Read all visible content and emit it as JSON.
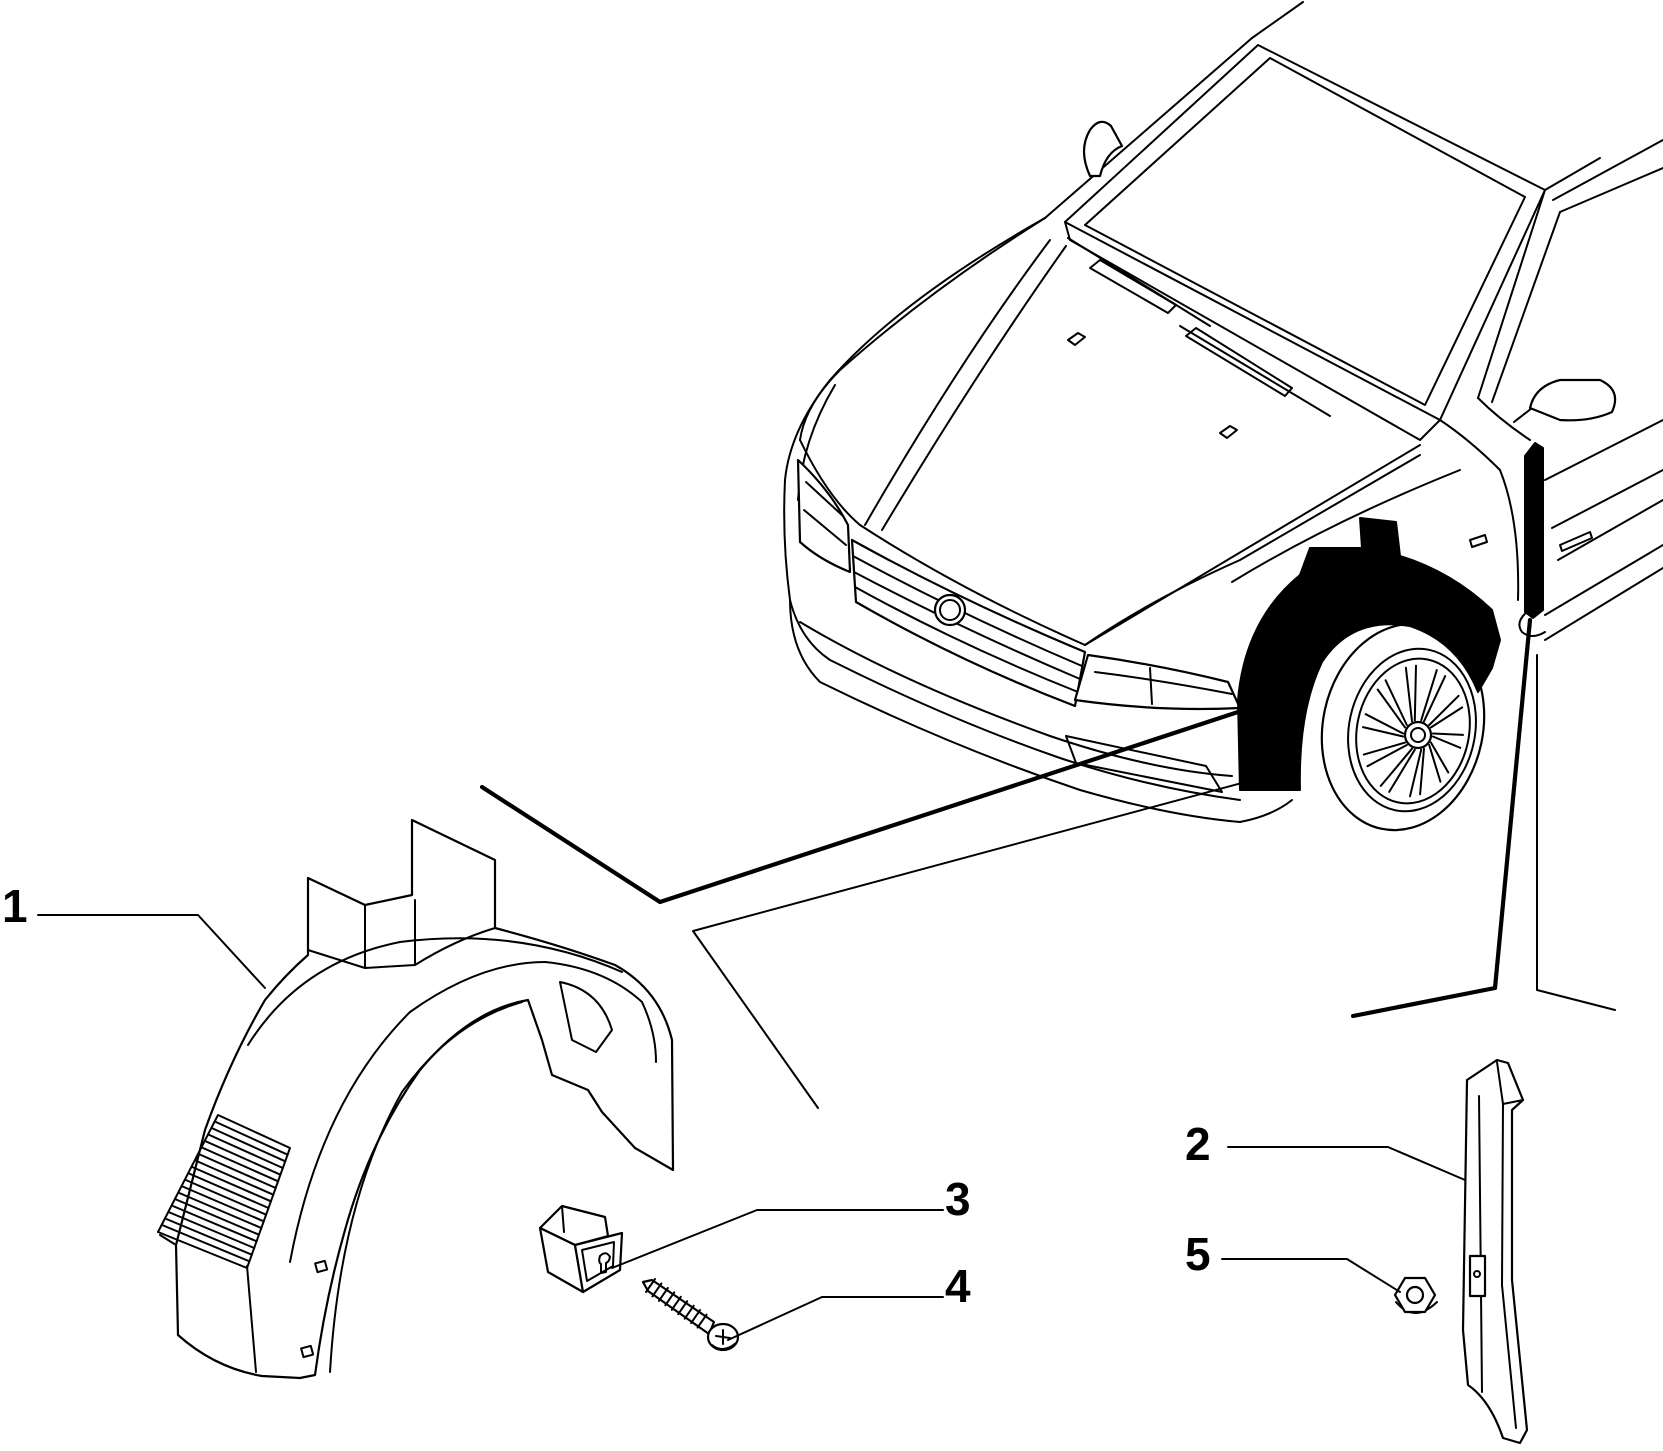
{
  "callouts": {
    "part1": "1",
    "part2": "2",
    "part3": "3",
    "part4": "4",
    "part5": "5"
  },
  "colors": {
    "line": "#000000",
    "highlight": "#000000",
    "background": "#ffffff"
  }
}
